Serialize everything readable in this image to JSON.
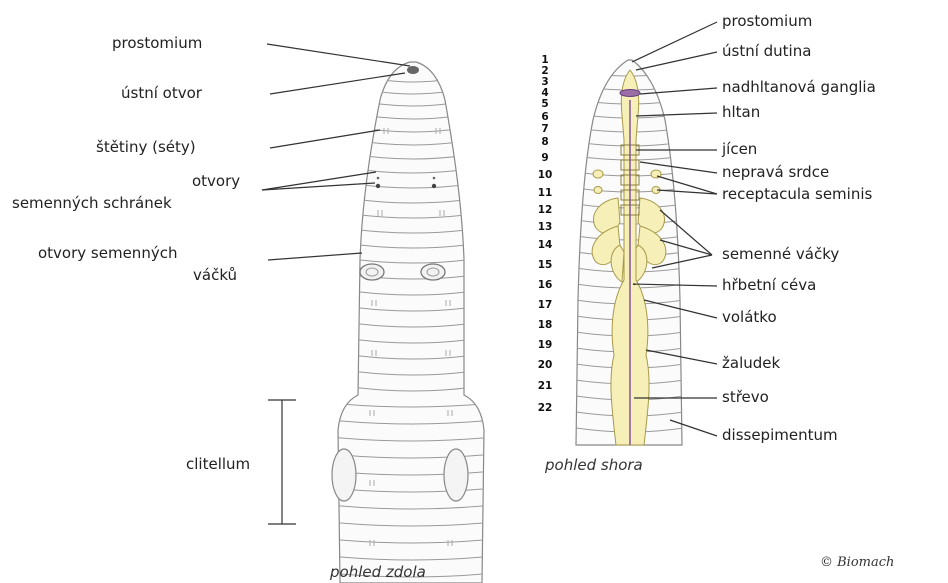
{
  "left_labels": {
    "prostomium": "prostomium",
    "ustni_otvor": "ústní otvor",
    "stetiny": "štětiny (séty)",
    "otvory_schranek_1": "otvory",
    "otvory_schranek_2": "semenných schránek",
    "otvory_vacku_1": "otvory semenných",
    "otvory_vacku_2": "váčků",
    "clitellum": "clitellum"
  },
  "right_labels": {
    "prostomium": "prostomium",
    "ustni_dutina": "ústní dutina",
    "nadhltanova": "nadhltanová ganglia",
    "hltan": "hltan",
    "jicen": "jícen",
    "nepravá_srdce": "nepravá srdce",
    "receptacula": "receptacula seminis",
    "semenne_vacky": "semenné váčky",
    "hrbetni_ceva": "hřbetní céva",
    "volatko": "volátko",
    "zaludek": "žaludek",
    "strevo": "střevo",
    "dissepimentum": "dissepimentum"
  },
  "segment_numbers": [
    "1",
    "2",
    "3",
    "4",
    "5",
    "6",
    "7",
    "8",
    "9",
    "10",
    "11",
    "12",
    "13",
    "14",
    "15",
    "16",
    "17",
    "18",
    "19",
    "20",
    "21",
    "22"
  ],
  "captions": {
    "bottom_view": "pohled zdola",
    "top_view": "pohled shora",
    "copyright": "© Biomach"
  }
}
